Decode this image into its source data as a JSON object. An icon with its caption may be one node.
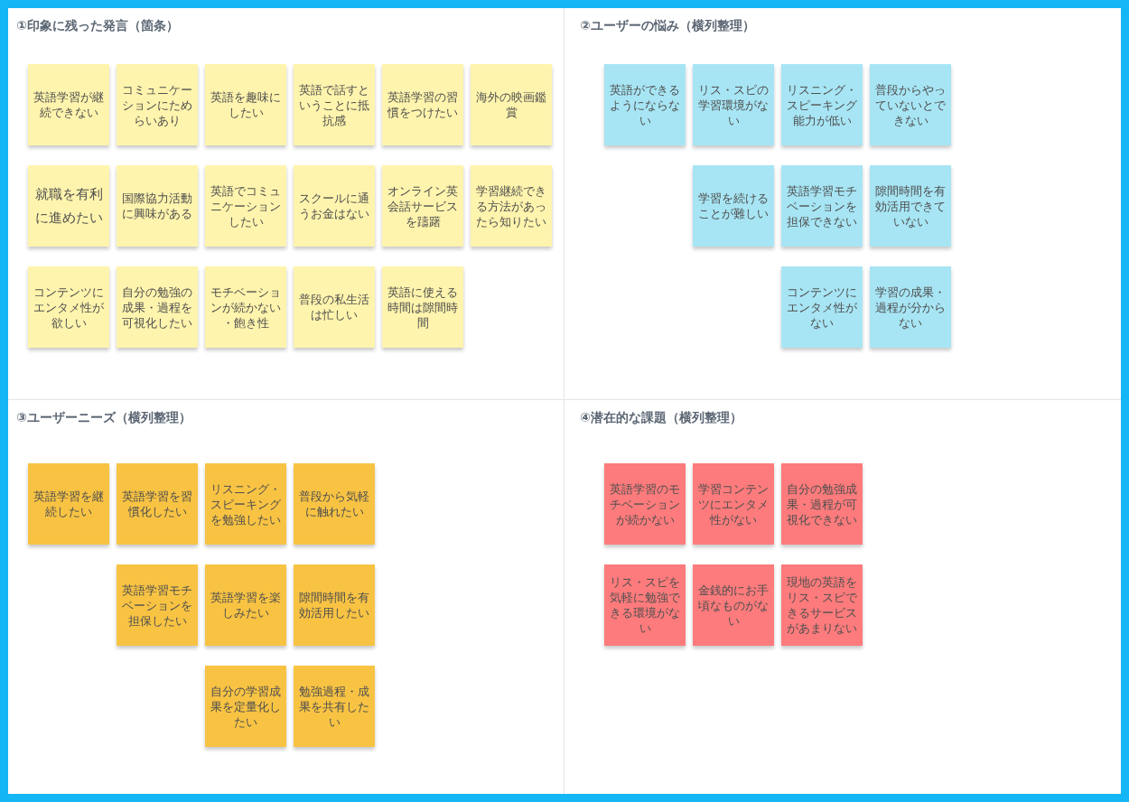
{
  "diagram": {
    "nodes": [
      {
        "text": [
          "①印象に残った発言（箇条）"
        ]
      },
      {
        "text": [
          "英語学習が継続できない"
        ],
        "in": 0
      },
      {
        "text": [
          "コミュニケーションにためらいあり"
        ],
        "in": 0
      },
      {
        "text": [
          "英語を趣味にしたい"
        ],
        "in": 0
      },
      {
        "text": [
          "英語で話すということに抵抗感"
        ],
        "in": 0
      },
      {
        "text": [
          "英語学習の習慣をつけたい"
        ],
        "in": 0
      },
      {
        "text": [
          "海外の映画鑑賞"
        ],
        "in": 0
      },
      {
        "text": [
          "就職を有利に進めたい"
        ],
        "in": 0
      },
      {
        "text": [
          "国際協力活動に興味がある"
        ],
        "in": 0
      },
      {
        "text": [
          "英語でコミュニケーションしたい"
        ],
        "in": 0
      },
      {
        "text": [
          "スクールに通うお金はない"
        ],
        "in": 0
      },
      {
        "text": [
          "オンライン英会話サービスを躊躇"
        ],
        "in": 0
      },
      {
        "text": [
          "学習継続できる方法があったら知りたい"
        ],
        "in": 0
      },
      {
        "text": [
          "コンテンツにエンタメ性が欲しい"
        ],
        "in": 0
      },
      {
        "text": [
          "自分の勉強の成果・過程を可視化したい"
        ],
        "in": 0
      },
      {
        "text": [
          "モチベーションが続かない・飽き性"
        ],
        "in": 0
      },
      {
        "text": [
          "普段の私生活は忙しい"
        ],
        "in": 0
      },
      {
        "text": [
          "英語に使える時間は隙間時間"
        ],
        "in": 0
      },
      {
        "text": [
          "②ユーザーの悩み（横列整理）"
        ]
      },
      {
        "text": [
          "英語ができるようにならない"
        ],
        "in": 18
      },
      {
        "text": [
          "リス・スピの学習環境がない"
        ],
        "in": 18
      },
      {
        "text": [
          "リスニング・スピーキング能力が低い"
        ],
        "in": 18
      },
      {
        "text": [
          "普段からやっていないとできない"
        ],
        "in": 18
      },
      {
        "text": [
          "学習を続けることが難しい"
        ],
        "in": 18
      },
      {
        "text": [
          "英語学習モチベーションを担保できない"
        ],
        "in": 18
      },
      {
        "text": [
          "隙間時間を有効活用できていない"
        ],
        "in": 18
      },
      {
        "text": [
          "コンテンツにエンタメ性がない"
        ],
        "in": 18
      },
      {
        "text": [
          "学習の成果・過程が分からない"
        ],
        "in": 18
      },
      {
        "text": [
          "③ユーザーニーズ（横列整理）"
        ]
      },
      {
        "text": [
          "英語学習を継続したい"
        ],
        "in": 28
      },
      {
        "text": [
          "英語学習を習慣化したい"
        ],
        "in": 28
      },
      {
        "text": [
          "リスニング・スピーキングを勉強したい"
        ],
        "in": 28
      },
      {
        "text": [
          "普段から気軽に触れたい"
        ],
        "in": 28
      },
      {
        "text": [
          "英語学習モチベーションを担保したい"
        ],
        "in": 28
      },
      {
        "text": [
          "英語学習を楽しみたい"
        ],
        "in": 28
      },
      {
        "text": [
          "隙間時間を有効活用したい"
        ],
        "in": 28
      },
      {
        "text": [
          "自分の学習成果を定量化したい"
        ],
        "in": 28
      },
      {
        "text": [
          "勉強過程・成果を共有したい"
        ],
        "in": 28
      },
      {
        "text": [
          "④潜在的な課題（横列整理）"
        ]
      },
      {
        "text": [
          "英語学習のモチベーションが続かない"
        ],
        "in": 38
      },
      {
        "text": [
          "学習コンテンツにエンタメ性がない"
        ],
        "in": 38
      },
      {
        "text": [
          "自分の勉強成果・過程が可視化できない"
        ],
        "in": 38
      },
      {
        "text": [
          "リス・スピを気軽に勉強できる環境がない"
        ],
        "in": 38
      },
      {
        "text": [
          "金銭的にお手頃なものがない"
        ],
        "in": 38
      },
      {
        "text": [
          "現地の英語をリス・スピできるサービスがあまりない"
        ],
        "in": 38
      }
    ]
  }
}
